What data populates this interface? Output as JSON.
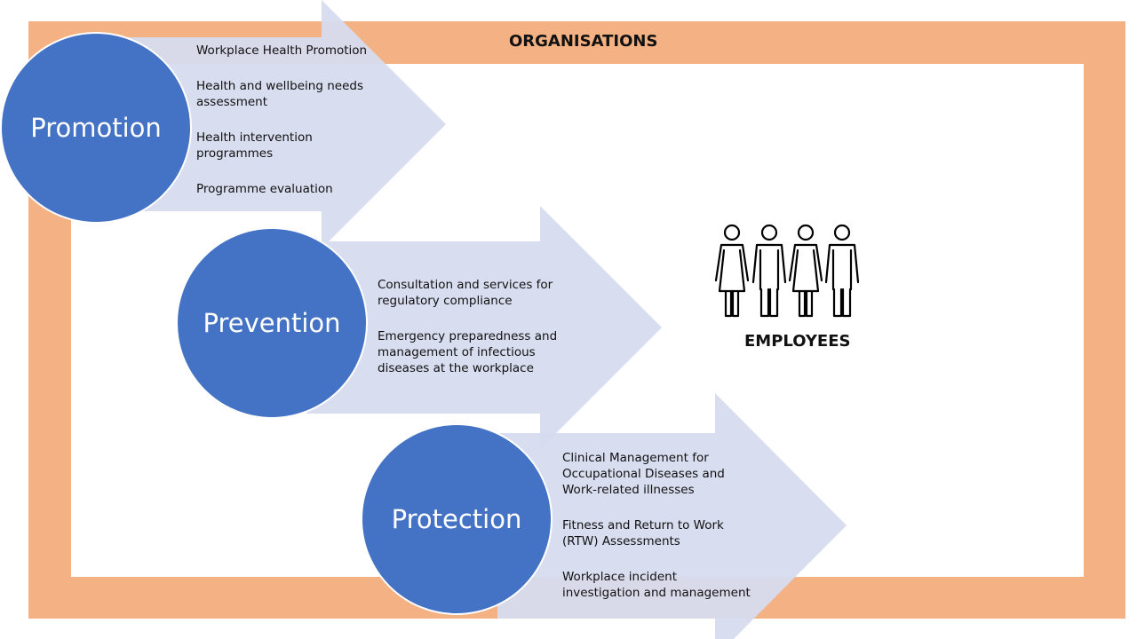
{
  "frame": {
    "title": "ORGANISATIONS",
    "border_color": "#f4b183"
  },
  "colors": {
    "circle": "#4472c4",
    "arrow": "#d6dbee"
  },
  "groups": [
    {
      "label": "Promotion",
      "items": [
        "Workplace Health Promotion",
        "Health and wellbeing needs\nassessment",
        "Health intervention\nprogrammes",
        "Programme  evaluation"
      ]
    },
    {
      "label": "Prevention",
      "items": [
        "Consultation and services for\nregulatory compliance",
        "Emergency preparedness and\nmanagement of infectious\ndiseases at the workplace"
      ]
    },
    {
      "label": "Protection",
      "items": [
        "Clinical Management for\nOccupational Diseases and\nWork-related illnesses",
        "Fitness and Return to Work\n(RTW) Assessments",
        "Workplace incident\ninvestigation and management"
      ]
    }
  ],
  "employees": {
    "label": "EMPLOYEES",
    "icon": "people-group-icon"
  }
}
